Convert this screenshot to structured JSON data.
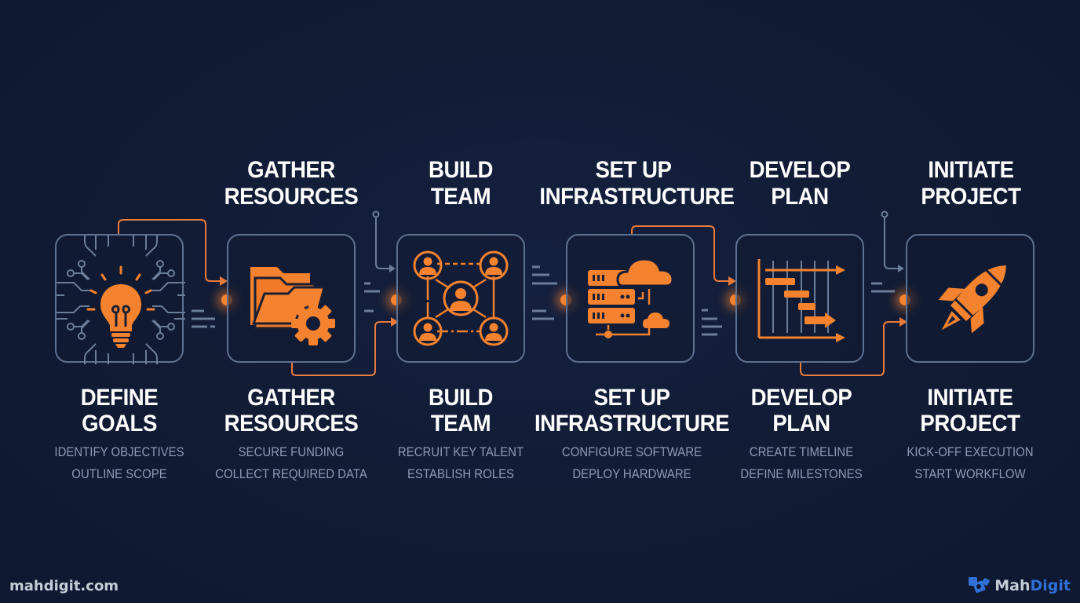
{
  "colors": {
    "background": "#111b33",
    "accent": "#f5822e",
    "box_border": "#5e7190",
    "title": "#ffffff",
    "subtitle": "#8e9ab3",
    "brand_blue": "#2f6fd6"
  },
  "top_titles": [
    {
      "line1": "GATHER",
      "line2": "RESOURCES"
    },
    {
      "line1": "BUILD",
      "line2": "TEAM"
    },
    {
      "line1": "SET UP",
      "line2": "INFRASTRUCTURE"
    },
    {
      "line1": "DEVELOP",
      "line2": "PLAN"
    },
    {
      "line1": "INITIATE",
      "line2": "PROJECT"
    }
  ],
  "steps": [
    {
      "icon": "lightbulb-circuit-icon",
      "title1": "DEFINE",
      "title2": "GOALS",
      "sub1": "IDENTIFY OBJECTIVES",
      "sub2": "OUTLINE SCOPE"
    },
    {
      "icon": "folder-gear-icon",
      "title1": "GATHER",
      "title2": "RESOURCES",
      "sub1": "SECURE FUNDING",
      "sub2": "COLLECT REQUIRED DATA"
    },
    {
      "icon": "team-network-icon",
      "title1": "BUILD",
      "title2": "TEAM",
      "sub1": "RECRUIT KEY TALENT",
      "sub2": "ESTABLISH ROLES"
    },
    {
      "icon": "server-cloud-icon",
      "title1": "SET UP",
      "title2": "INFRASTRUCTURE",
      "sub1": "CONFIGURE SOFTWARE",
      "sub2": "DEPLOY HARDWARE"
    },
    {
      "icon": "gantt-chart-icon",
      "title1": "DEVELOP",
      "title2": "PLAN",
      "sub1": "CREATE TIMELINE",
      "sub2": "DEFINE MILESTONES"
    },
    {
      "icon": "rocket-icon",
      "title1": "INITIATE",
      "title2": "PROJECT",
      "sub1": "KICK-OFF EXECUTION",
      "sub2": "START WORKFLOW"
    }
  ],
  "footer": {
    "website": "mahdigit.com",
    "brand_part1": "Mah",
    "brand_part2": "Digit"
  }
}
